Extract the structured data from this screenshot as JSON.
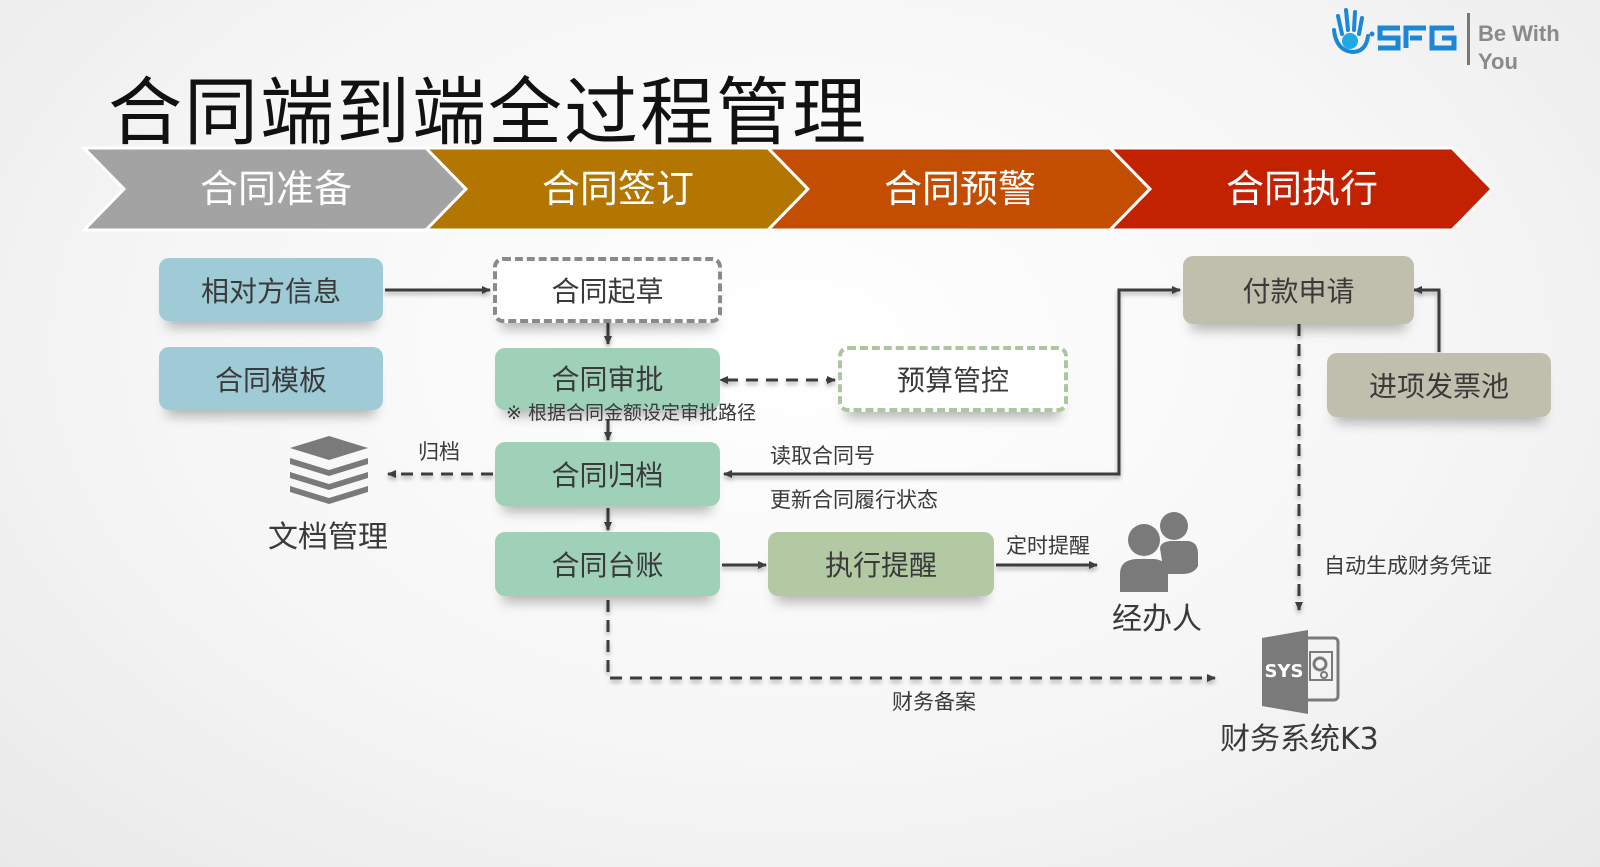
{
  "logo": {
    "brand": "SFG",
    "tagline_line1": "Be With",
    "tagline_line2": "You",
    "brand_color": "#1a88d6",
    "accent_color": "#1ea8e6"
  },
  "title": "合同端到端全过程管理",
  "stages": [
    {
      "label": "合同准备",
      "color": "#a3a3a3"
    },
    {
      "label": "合同签订",
      "color": "#b37600"
    },
    {
      "label": "合同预警",
      "color": "#c34d00"
    },
    {
      "label": "合同执行",
      "color": "#c22200"
    }
  ],
  "nodes": {
    "counterparty_info": "相对方信息",
    "contract_template": "合同模板",
    "contract_draft": "合同起草",
    "contract_approval": "合同审批",
    "approval_note": "※ 根据合同金额设定审批路径",
    "budget_control": "预算管控",
    "contract_archive": "合同归档",
    "contract_ledger": "合同台账",
    "execution_reminder": "执行提醒",
    "payment_request": "付款申请",
    "input_invoice_pool": "进项发票池",
    "document_management": "文档管理",
    "handler": "经办人",
    "finance_system": "财务系统K3",
    "finance_icon_text": "SYS"
  },
  "edge_labels": {
    "archive": "归档",
    "read_contract_no": "读取合同号",
    "update_status": "更新合同履行状态",
    "timed_reminder": "定时提醒",
    "auto_voucher": "自动生成财务凭证",
    "finance_filing": "财务备案"
  }
}
